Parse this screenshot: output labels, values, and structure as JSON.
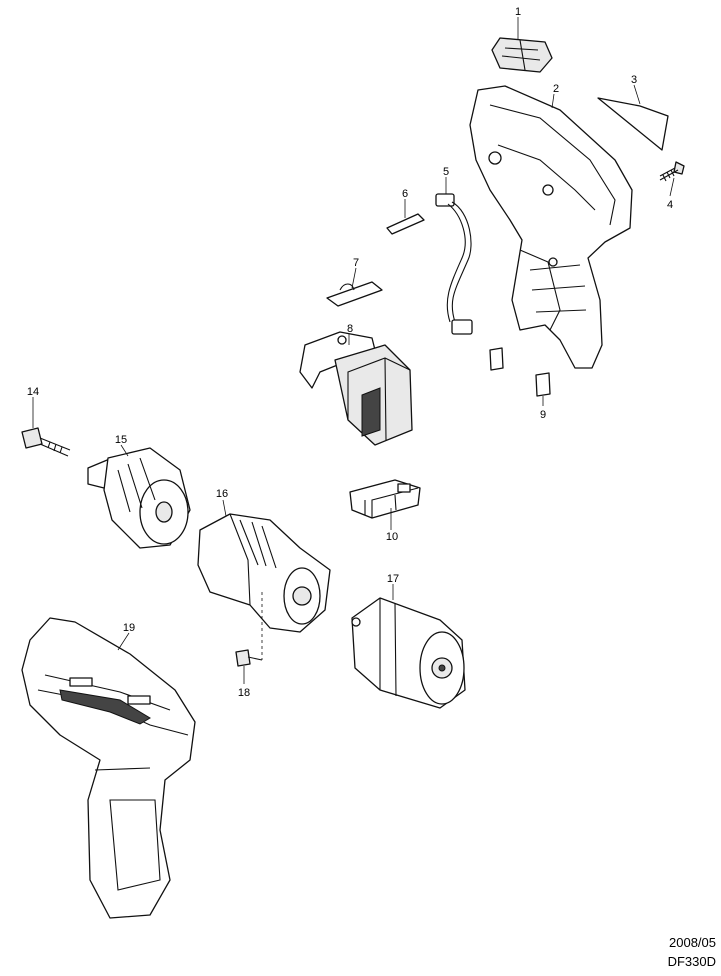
{
  "diagram": {
    "labels": [
      "1",
      "2",
      "3",
      "4",
      "5",
      "6",
      "7",
      "8",
      "9",
      "10",
      "14",
      "15",
      "16",
      "17",
      "18",
      "19"
    ]
  },
  "footer": {
    "date": "2008/05",
    "model": "DF330D"
  }
}
